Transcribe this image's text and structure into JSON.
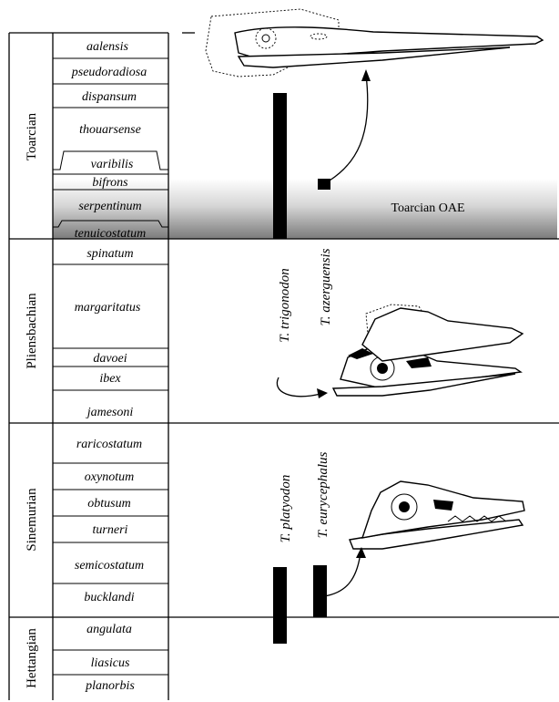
{
  "stages": [
    {
      "key": "toarcian",
      "name": "Toarcian"
    },
    {
      "key": "pliensbachian",
      "name": "Pliensbachian"
    },
    {
      "key": "sinemurian",
      "name": "Sinemurian"
    },
    {
      "key": "hettangian",
      "name": "Hettangian"
    }
  ],
  "zones": [
    "aalensis",
    "pseudoradiosa",
    "dispansum",
    "thouarsense",
    "varibilis",
    "bifrons",
    "serpentinum",
    "tenuicostatum",
    "spinatum",
    "margaritatus",
    "davoei",
    "ibex",
    "jamesoni",
    "raricostatum",
    "oxynotum",
    "obtusum",
    "turneri",
    "semicostatum",
    "bucklandi",
    "angulata",
    "liasicus",
    "planorbis"
  ],
  "event": {
    "label": "Toarcian OAE"
  },
  "taxa": [
    {
      "key": "trigonodon",
      "name": "T. trigonodon"
    },
    {
      "key": "azerguensis",
      "name": "T. azerguensis"
    },
    {
      "key": "platyodon",
      "name": "T. platyodon"
    },
    {
      "key": "eurycephalus",
      "name": "T. eurycephalus"
    }
  ]
}
